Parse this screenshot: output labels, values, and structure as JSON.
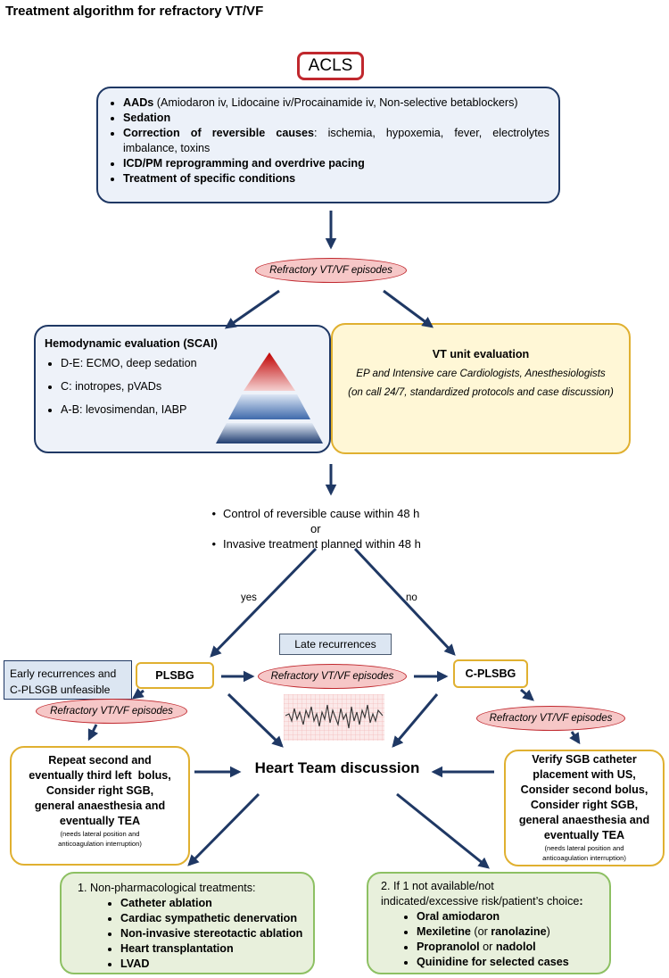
{
  "title": "Treatment algorithm for refractory VT/VF",
  "acls": "ACLS",
  "acute_measures": [
    {
      "bold": "AADs",
      "rest": " (Amiodaron iv, Lidocaine iv/Procainamide iv, Non-selective betablockers)"
    },
    {
      "bold": "Sedation",
      "rest": ""
    },
    {
      "bold": "Correction of reversible causes",
      "rest": ": ischemia, hypoxemia, fever, electrolytes imbalance, toxins"
    },
    {
      "bold": "ICD/PM reprogramming and overdrive pacing",
      "rest": ""
    },
    {
      "bold": "Treatment of specific conditions",
      "rest": ""
    }
  ],
  "refractory_label": "Refractory VT/VF episodes",
  "hemodynamic": {
    "title": "Hemodynamic evaluation (SCAI)",
    "items": [
      "D-E: ECMO, deep sedation",
      "C: inotropes, pVADs",
      "A-B: levosimendan, IABP"
    ]
  },
  "vt_unit": {
    "title": "VT unit evaluation",
    "line1": "EP and Intensive care Cardiologists, Anesthesiologists",
    "line2": "(on call 24/7, standardized protocols and case discussion)"
  },
  "control": {
    "item1": "Control of reversible cause within 48 h",
    "or": "or",
    "item2": "Invasive treatment planned within 48 h"
  },
  "yes_label": "yes",
  "no_label": "no",
  "late_recurrences": "Late recurrences",
  "early_recurrences": {
    "line1": "Early recurrences and",
    "line2": "C-PLSGB unfeasible"
  },
  "plsbg": "PLSBG",
  "cplsbg": "C-PLSBG",
  "heart_team": "Heart Team discussion",
  "left_box": {
    "lines": [
      "Repeat second and",
      "eventually third left  bolus,",
      "Consider right SGB,",
      "general anaesthesia and",
      "eventually TEA"
    ],
    "note1": "(needs lateral position and",
    "note2": "anticoagulation interruption)"
  },
  "right_box": {
    "lines": [
      "Verify SGB catheter",
      "placement with US,",
      "Consider second bolus,",
      "Consider right SGB,",
      "general anaesthesia and",
      "eventually TEA"
    ],
    "note1": "(needs lateral position and",
    "note2": "anticoagulation interruption)"
  },
  "nonpharm": {
    "title": "1. Non-pharmacological treatments:",
    "items": [
      "Catheter ablation",
      "Cardiac sympathetic denervation",
      "Non-invasive stereotactic ablation",
      "Heart transplantation",
      "LVAD"
    ]
  },
  "pharm": {
    "title1": "2. If 1 not available/not",
    "title2a": "indicated/excessive risk/patient’s choice",
    "title2b": ":",
    "items": [
      {
        "a": "Oral amiodaron",
        "b": "",
        "c": ""
      },
      {
        "a": "Mexiletine",
        "b": " (or ",
        "c": "ranolazine",
        "d": ")"
      },
      {
        "a": "Propranolol",
        "b": " or ",
        "c": "nadolol"
      },
      {
        "a": "Quinidine for selected cases",
        "b": "",
        "c": ""
      }
    ]
  },
  "colors": {
    "navy": "#1f3864",
    "red_border": "#c0282e",
    "oval_fill": "#f6c7c7",
    "yellow_border": "#e0b030",
    "green_border": "#8dc063",
    "green_fill": "#e8f0dc"
  }
}
